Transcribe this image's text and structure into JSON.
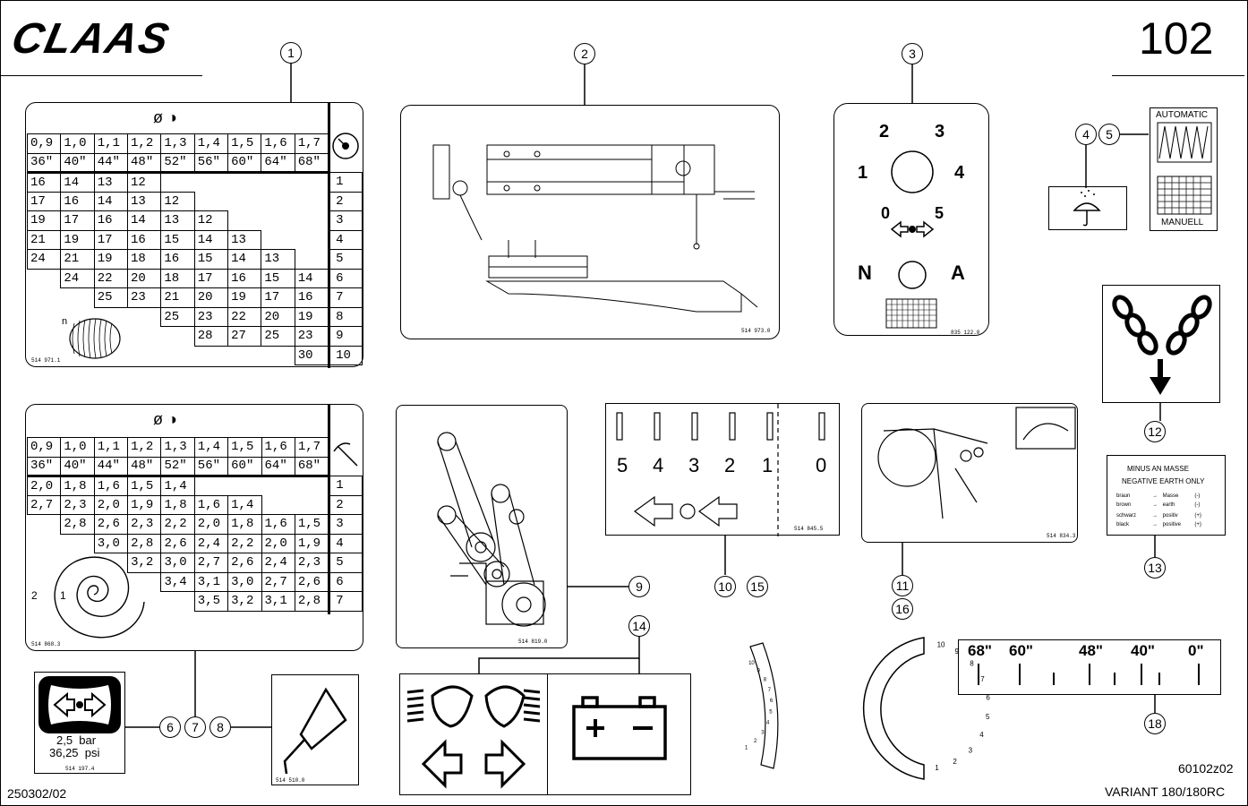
{
  "header": {
    "logo_text": "CLAAS",
    "page_number": "102"
  },
  "footer": {
    "left_code": "250302/02",
    "right_code": "60102z02",
    "model": "VARIANT 180/180RC"
  },
  "callouts": [
    "1",
    "2",
    "3",
    "4",
    "5",
    "6",
    "7",
    "8",
    "9",
    "10",
    "11",
    "12",
    "13",
    "14",
    "15",
    "16",
    "18"
  ],
  "decal1": {
    "dia_row": [
      "0,9",
      "1,0",
      "1,1",
      "1,2",
      "1,3",
      "1,4",
      "1,5",
      "1,6",
      "1,7"
    ],
    "inch_row": [
      "36\"",
      "40\"",
      "44\"",
      "48\"",
      "52\"",
      "56\"",
      "60\"",
      "64\"",
      "68\""
    ],
    "rows": [
      [
        "16",
        "14",
        "13",
        "12",
        "",
        "",
        "",
        "",
        ""
      ],
      [
        "17",
        "16",
        "14",
        "13",
        "12",
        "",
        "",
        "",
        ""
      ],
      [
        "19",
        "17",
        "16",
        "14",
        "13",
        "12",
        "",
        "",
        ""
      ],
      [
        "21",
        "19",
        "17",
        "16",
        "15",
        "14",
        "13",
        "",
        ""
      ],
      [
        "24",
        "21",
        "19",
        "18",
        "16",
        "15",
        "14",
        "13",
        ""
      ],
      [
        "",
        "24",
        "22",
        "20",
        "18",
        "17",
        "16",
        "15",
        "14"
      ],
      [
        "",
        "",
        "25",
        "23",
        "21",
        "20",
        "19",
        "17",
        "16"
      ],
      [
        "",
        "",
        "",
        "",
        "25",
        "23",
        "22",
        "20",
        "19"
      ],
      [
        "",
        "",
        "",
        "",
        "",
        "28",
        "27",
        "25",
        "23"
      ],
      [
        "",
        "",
        "",
        "",
        "",
        "",
        "",
        "",
        "30"
      ]
    ],
    "index": [
      "1",
      "2",
      "3",
      "4",
      "5",
      "6",
      "7",
      "8",
      "9",
      "10"
    ],
    "code": "514 971.1",
    "n_label": "n"
  },
  "decal2": {
    "dia_row": [
      "0,9",
      "1,0",
      "1,1",
      "1,2",
      "1,3",
      "1,4",
      "1,5",
      "1,6",
      "1,7"
    ],
    "inch_row": [
      "36\"",
      "40\"",
      "44\"",
      "48\"",
      "52\"",
      "56\"",
      "60\"",
      "64\"",
      "68\""
    ],
    "rows": [
      [
        "2,0",
        "1,8",
        "1,6",
        "1,5",
        "1,4",
        "",
        "",
        "",
        ""
      ],
      [
        "2,7",
        "2,3",
        "2,0",
        "1,9",
        "1,8",
        "1,6",
        "1,4",
        "",
        ""
      ],
      [
        "",
        "2,8",
        "2,6",
        "2,3",
        "2,2",
        "2,0",
        "1,8",
        "1,6",
        "1,5"
      ],
      [
        "",
        "",
        "3,0",
        "2,8",
        "2,6",
        "2,4",
        "2,2",
        "2,0",
        "1,9"
      ],
      [
        "",
        "",
        "",
        "3,2",
        "3,0",
        "2,7",
        "2,6",
        "2,4",
        "2,3"
      ],
      [
        "",
        "",
        "",
        "",
        "3,4",
        "3,1",
        "3,0",
        "2,7",
        "2,6"
      ],
      [
        "",
        "",
        "",
        "",
        "",
        "3,5",
        "3,2",
        "3,1",
        "2,8"
      ]
    ],
    "index": [
      "1",
      "2",
      "3",
      "4",
      "5",
      "6",
      "7"
    ],
    "code": "514 868.3",
    "spiral_labels": [
      "2",
      "1"
    ]
  },
  "decal2_code": "514 973.0",
  "decal3": {
    "digits": [
      "2",
      "3",
      "1",
      "4",
      "0",
      "5"
    ],
    "n_label": "N",
    "a_label": "A",
    "code": "835 122.0"
  },
  "decal5": {
    "top": "AUTOMATIC",
    "bottom": "MANUELL"
  },
  "decal6": {
    "pressure_bar": "2,5  bar",
    "pressure_psi": "36,25  psi",
    "code": "514 197.4"
  },
  "decal8_code": "514 510.0",
  "decal9_code": "514 819.0",
  "decal10": {
    "numbers": [
      "5",
      "4",
      "3",
      "2",
      "1",
      "0"
    ],
    "code": "514 845.5"
  },
  "decal11_code": "514 834.3",
  "decal13": {
    "line1": "MINUS AN MASSE",
    "line2": "NEGATIVE EARTH ONLY",
    "rows": [
      [
        "braun",
        "Masse",
        "(-)"
      ],
      [
        "brown",
        "earth",
        "(-)"
      ],
      [
        "schwarz",
        "positiv",
        "(+)"
      ],
      [
        "black",
        "positive",
        "(+)"
      ]
    ]
  },
  "decal16_scale": [
    "10",
    "9",
    "8",
    "7",
    "6",
    "5",
    "4",
    "3",
    "2",
    "1"
  ],
  "decal15_scale": [
    "10",
    "9",
    "8",
    "7",
    "6",
    "5",
    "4",
    "3",
    "2",
    "1"
  ],
  "decal18": {
    "labels": [
      "68\"",
      "60\"",
      "48\"",
      "40\"",
      "0\""
    ]
  }
}
